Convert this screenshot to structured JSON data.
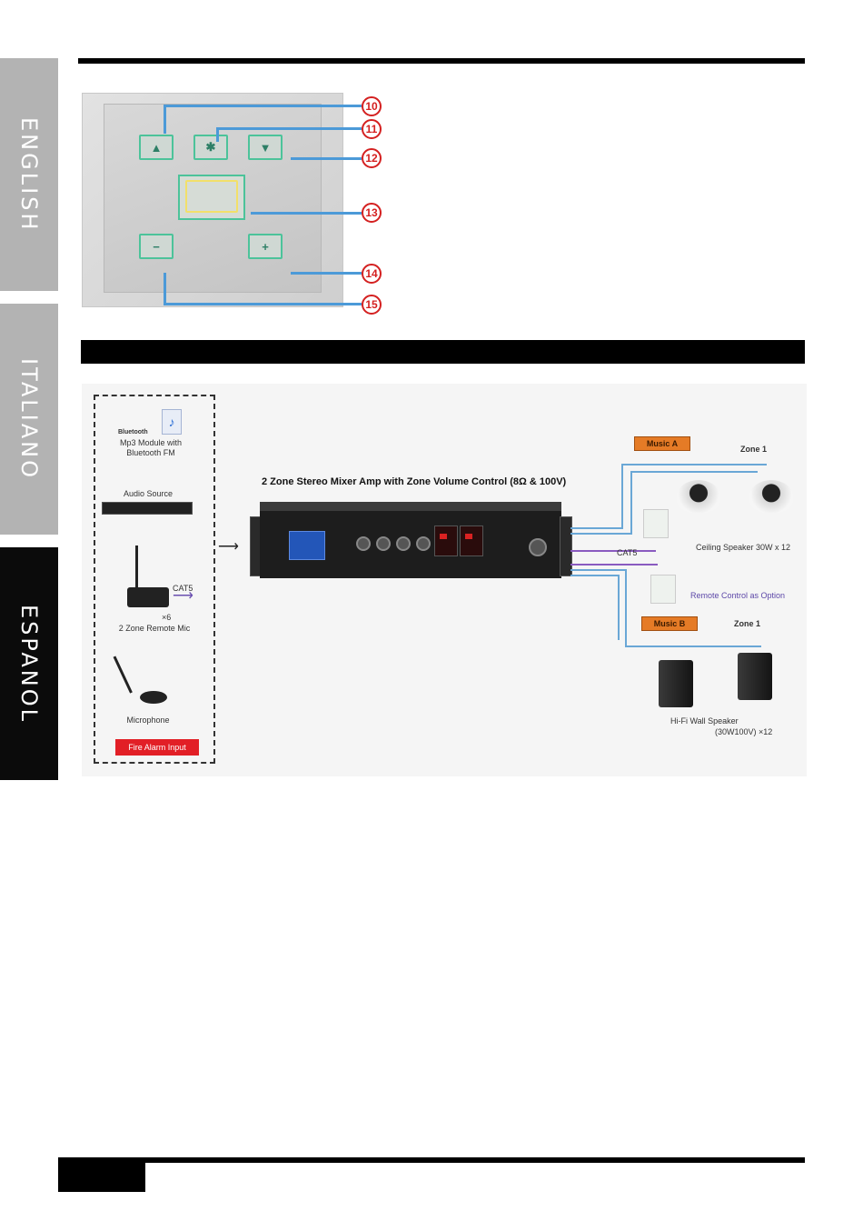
{
  "sidebar": {
    "tabs": [
      {
        "label": "ENGLISH",
        "active": false
      },
      {
        "label": "ITALIANO",
        "active": false
      },
      {
        "label": "ESPANOL",
        "active": true
      }
    ]
  },
  "panel": {
    "buttons": {
      "source_up_symbol": "▲",
      "bluetooth_symbol": "✱",
      "source_down_symbol": "▼",
      "vol_minus_symbol": "−",
      "vol_plus_symbol": "+"
    },
    "callouts": [
      "10",
      "11",
      "12",
      "13",
      "14",
      "15"
    ]
  },
  "diagram": {
    "sources": {
      "bluetooth_logo": "Bluetooth",
      "mp3_module": "Mp3 Module with\nBluetooth FM",
      "audio_source": "Audio Source",
      "cat5_left": "CAT5",
      "mic_count": "×6",
      "remote_mic": "2 Zone Remote Mic",
      "microphone": "Microphone",
      "fire_alarm": "Fire Alarm Input"
    },
    "amp_title": "2 Zone  Stereo Mixer Amp with Zone Volume Control (8Ω & 100V)",
    "music_a": "Music A",
    "music_b": "Music B",
    "zone_a": "Zone 1",
    "zone_b": "Zone 1",
    "cat5_right": "CAT5",
    "ceiling_speaker": "Ceiling Speaker 30W x 12",
    "remote_control": "Remote Control as Option",
    "wall_speaker_1": "Hi-Fi Wall Speaker",
    "wall_speaker_2": "(30W100V) ×12"
  },
  "colors": {
    "tab_inactive": "#b3b3b3",
    "tab_active": "#0b0b0b",
    "callout_red": "#d42020",
    "callout_line": "#4c9ad8",
    "music_tag": "#e57b26",
    "fire_tag": "#e21f26"
  }
}
